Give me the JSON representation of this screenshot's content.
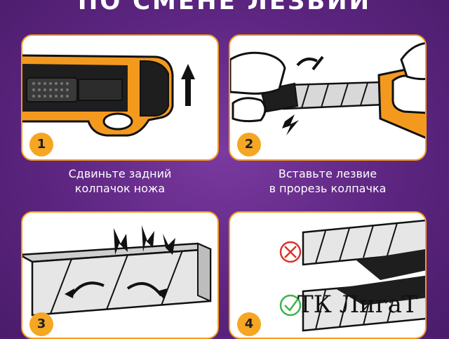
{
  "header": {
    "title": "ПО СМЕНЕ ЛЕЗВИЙ"
  },
  "steps": [
    {
      "number": "1",
      "caption_line1": "Сдвиньте задний",
      "caption_line2": "колпачок ножа"
    },
    {
      "number": "2",
      "caption_line1": "Вставьте лезвие",
      "caption_line2": "в прорезь колпачка"
    },
    {
      "number": "3",
      "caption_line1": "",
      "caption_line2": ""
    },
    {
      "number": "4",
      "caption_line1": "",
      "caption_line2": ""
    }
  ],
  "watermark": "ТК ЛигаТ",
  "colors": {
    "background": "#5c2580",
    "accent": "#f5a623",
    "card_border": "#f39a1e",
    "wrong": "#d9342b",
    "right": "#3bb54a"
  },
  "icons": [
    "up-arrow-icon",
    "lightning-icon",
    "hand-icon",
    "wrong-cross-icon",
    "correct-check-icon"
  ]
}
